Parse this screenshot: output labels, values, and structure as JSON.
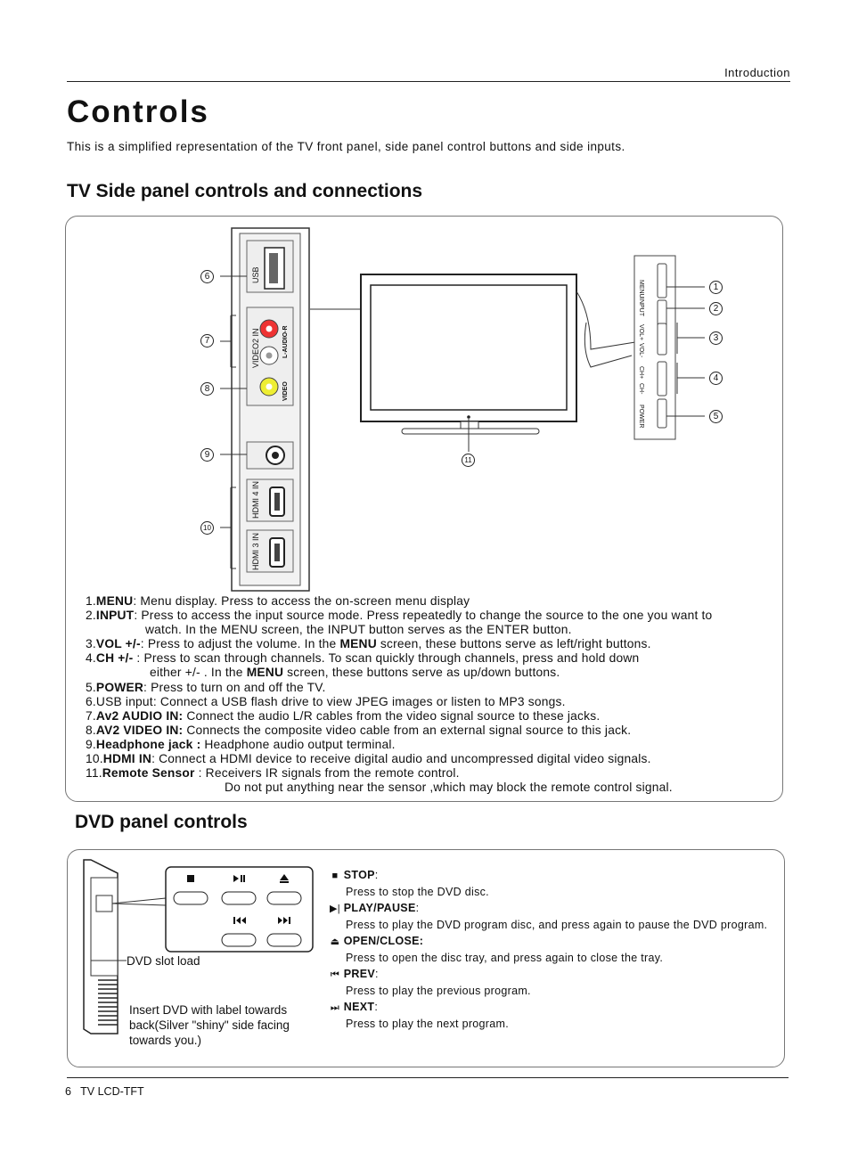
{
  "header": {
    "section": "Introduction"
  },
  "title": "Controls",
  "intro": "This is a simplified representation of  the TV front panel, side panel control buttons and side inputs.",
  "side_panel": {
    "heading": "TV Side panel controls and connections",
    "jack_labels": {
      "usb": "USB",
      "video2": "VIDEO2 IN",
      "audio": "L-AUDIO-R",
      "video": "VIDEO",
      "hdmi4": "HDMI 4 IN",
      "hdmi3": "HDMI 3 IN"
    },
    "button_labels": [
      "MENU",
      "INPUT",
      "VOL+",
      "VOL-",
      "CH+",
      "CH-",
      "POWER"
    ],
    "callouts": [
      "1",
      "2",
      "3",
      "4",
      "5",
      "6",
      "7",
      "8",
      "9",
      "10",
      "11"
    ],
    "items": [
      {
        "num": "1.",
        "key": "MENU",
        "text": ": Menu display. Press to access the on-screen menu display"
      },
      {
        "num": "2.",
        "key": "INPUT",
        "text": ": Press to access the input source mode. Press repeatedly to change the source to the one you want to",
        "cont": "watch. In the MENU screen, the INPUT button serves as the ENTER button."
      },
      {
        "num": "3.",
        "key": "VOL +/-",
        "text": ": Press to adjust the volume. In the ",
        "key2": "MENU",
        "text2": " screen, these buttons serve as left/right buttons."
      },
      {
        "num": "4.",
        "key": "CH  +/-",
        "text": " : Press to scan through channels. To scan quickly through channels, press and hold down",
        "cont_pre": "either +/- . In the ",
        "cont_key": "MENU",
        "cont_post": " screen, these buttons serve as up/down buttons."
      },
      {
        "num": "5.",
        "key": "POWER",
        "text": ": Press to turn on and off the TV."
      },
      {
        "num": "6.",
        "key": "",
        "text": "USB input: Connect a USB flash drive to view JPEG images or listen to MP3 songs."
      },
      {
        "num": "7.",
        "key": "Av2 AUDIO IN:",
        "text": " Connect the audio L/R cables from the video signal source to these jacks."
      },
      {
        "num": "8.",
        "key": "AV2 VIDEO IN:",
        "text": " Connects the composite video cable from an external signal source to this jack."
      },
      {
        "num": "9.",
        "key": "Headphone jack :",
        "text": " Headphone audio output terminal."
      },
      {
        "num": "10.",
        "key": "HDMI IN",
        "text": ": Connect a HDMI device to receive digital audio and uncompressed digital video signals."
      },
      {
        "num": "11.",
        "key": "Remote Sensor",
        "text": " :   Receivers IR signals from the remote control.",
        "cont": "Do not put anything near the sensor ,which may block the remote control signal."
      }
    ]
  },
  "dvd_panel": {
    "heading": "DVD panel controls",
    "slot_label": "DVD slot load",
    "insert_note": "Insert DVD with label towards back(Silver \"shiny\" side facing towards you.)",
    "buttons": [
      {
        "icon": "stop-icon",
        "title": "STOP",
        "colon": ":",
        "desc": "Press to stop the DVD disc."
      },
      {
        "icon": "play-pause-icon",
        "title": "PLAY/PAUSE",
        "colon": ":",
        "desc": "Press to play the DVD program disc, and press again to pause the DVD program."
      },
      {
        "icon": "eject-icon",
        "title": "OPEN/CLOSE:",
        "colon": "",
        "desc": "Press to open the disc tray, and press again to close the tray."
      },
      {
        "icon": "prev-icon",
        "title": "PREV",
        "colon": ":",
        "desc": "Press to play the previous program."
      },
      {
        "icon": "next-icon",
        "title": "NEXT",
        "colon": ":",
        "desc": "Press to play the next program."
      }
    ]
  },
  "footer": {
    "page": "6",
    "product": "TV LCD-TFT"
  }
}
